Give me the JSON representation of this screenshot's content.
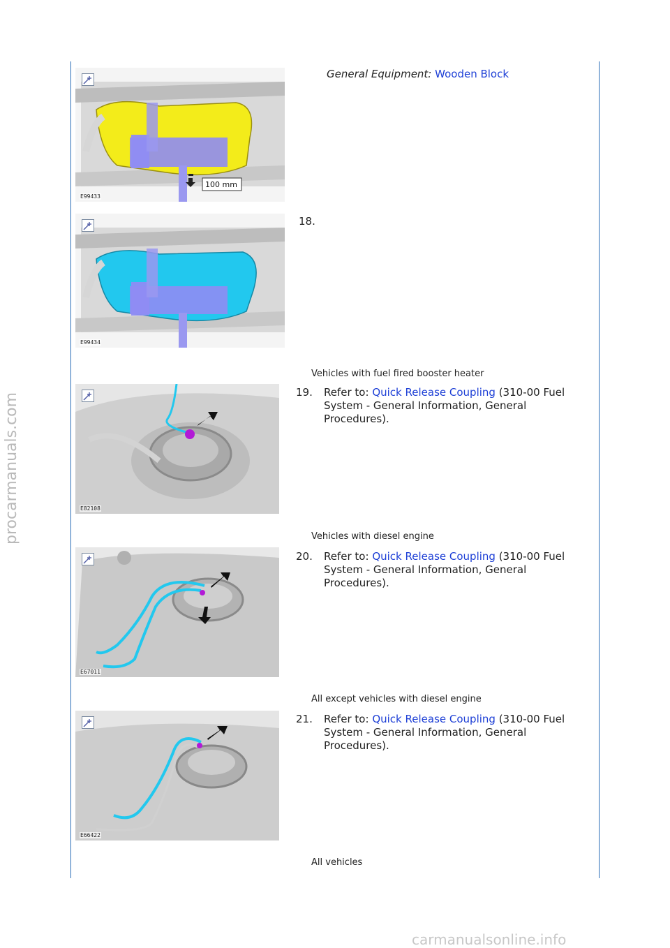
{
  "watermarks": {
    "side": "procarmanuals.com",
    "bottom": "carmanualsonline.info"
  },
  "footer_faint": "",
  "step17": {
    "equipment_label": "General Equipment:",
    "equipment_link": "Wooden Block",
    "figure_code": "E99433",
    "figure_callout": "100 mm",
    "figure_color": "#f3ec1a"
  },
  "step18": {
    "number": "18.",
    "figure_code": "E99434",
    "figure_color": "#22c8ee"
  },
  "section_fuel_fired": "Vehicles with fuel fired booster heater",
  "step19": {
    "number": "19.",
    "refer": "Refer to:",
    "link": "Quick Release Coupling",
    "rest": " (310-00 Fuel System - General Information, General Procedures).",
    "figure_code": "E82108"
  },
  "section_diesel": "Vehicles with diesel engine",
  "step20": {
    "number": "20.",
    "refer": "Refer to:",
    "link": "Quick Release Coupling",
    "rest": " (310-00 Fuel System - General Information, General Procedures).",
    "figure_code": "E67011"
  },
  "section_except_diesel": "All except vehicles with diesel engine",
  "step21": {
    "number": "21.",
    "refer": "Refer to:",
    "link": "Quick Release Coupling",
    "rest": " (310-00 Fuel System - General Information, General Procedures).",
    "figure_code": "E66422"
  },
  "section_all": "All vehicles",
  "icons": {
    "zoom": "magnify-plus-icon"
  },
  "colors": {
    "rule": "#2a6db8",
    "link": "#1d3fd6"
  }
}
